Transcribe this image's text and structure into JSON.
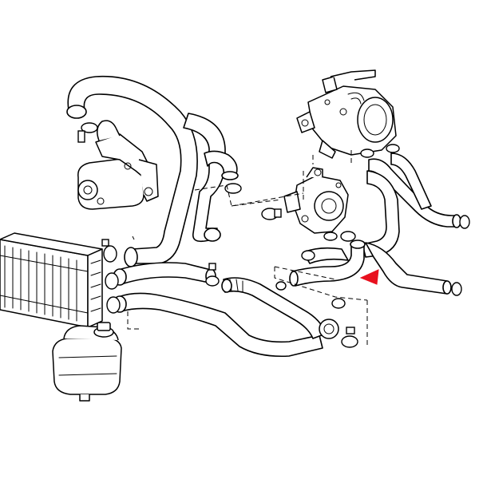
{
  "diagram": {
    "accent_color": "#e8101e",
    "line_color": "#000000",
    "background": "#ffffff",
    "components": [
      "radiator",
      "expansion-tank",
      "water-pump",
      "thermostat-housing",
      "throttle-body",
      "upper-radiator-hose",
      "lower-radiator-hose",
      "bypass-hose",
      "heater-hoses",
      "hose-clamps"
    ],
    "indicator": "red-arrow-pointer"
  }
}
